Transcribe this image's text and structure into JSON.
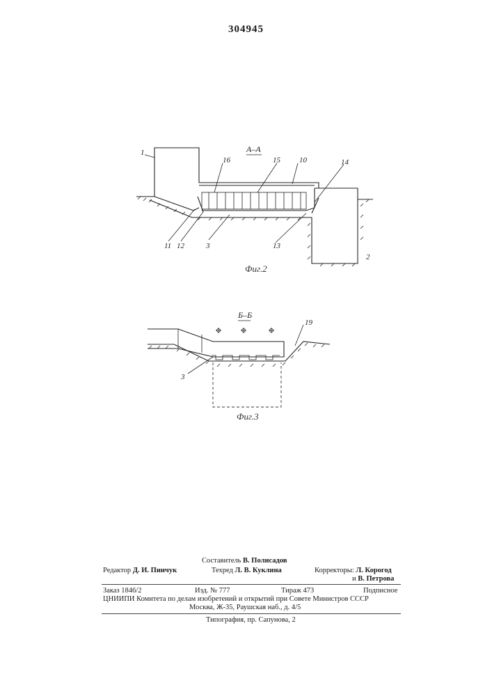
{
  "patent_number": "304945",
  "figure2": {
    "section_label": "А–А",
    "caption": "Фиг.2",
    "callouts": [
      "1",
      "16",
      "15",
      "10",
      "14",
      "11",
      "12",
      "3",
      "13",
      "2"
    ]
  },
  "figure3": {
    "section_label": "Б–Б",
    "caption": "Фиг.3",
    "callouts": [
      "19",
      "3"
    ]
  },
  "credits": {
    "compiler_prefix": "Составитель",
    "compiler_name": "В. Полисадов",
    "editor_prefix": "Редактор",
    "editor_name": "Д. И. Пинчук",
    "techred_prefix": "Техред",
    "techred_name": "Л. В. Куклина",
    "correctors_prefix": "Корректоры:",
    "corrector1": "Л. Корогод",
    "corrector2_prefix": "и",
    "corrector2": "В. Петрова"
  },
  "imprint": {
    "order": "Заказ 1846/2",
    "edition": "Изд. № 777",
    "circulation": "Тираж 473",
    "subscription": "Подписное",
    "institute": "ЦНИИПИ Комитета по делам изобретений и открытий при Совете Министров СССР",
    "address": "Москва, Ж-35, Раушская наб., д. 4/5",
    "printer": "Типография, пр. Сапунова, 2"
  }
}
